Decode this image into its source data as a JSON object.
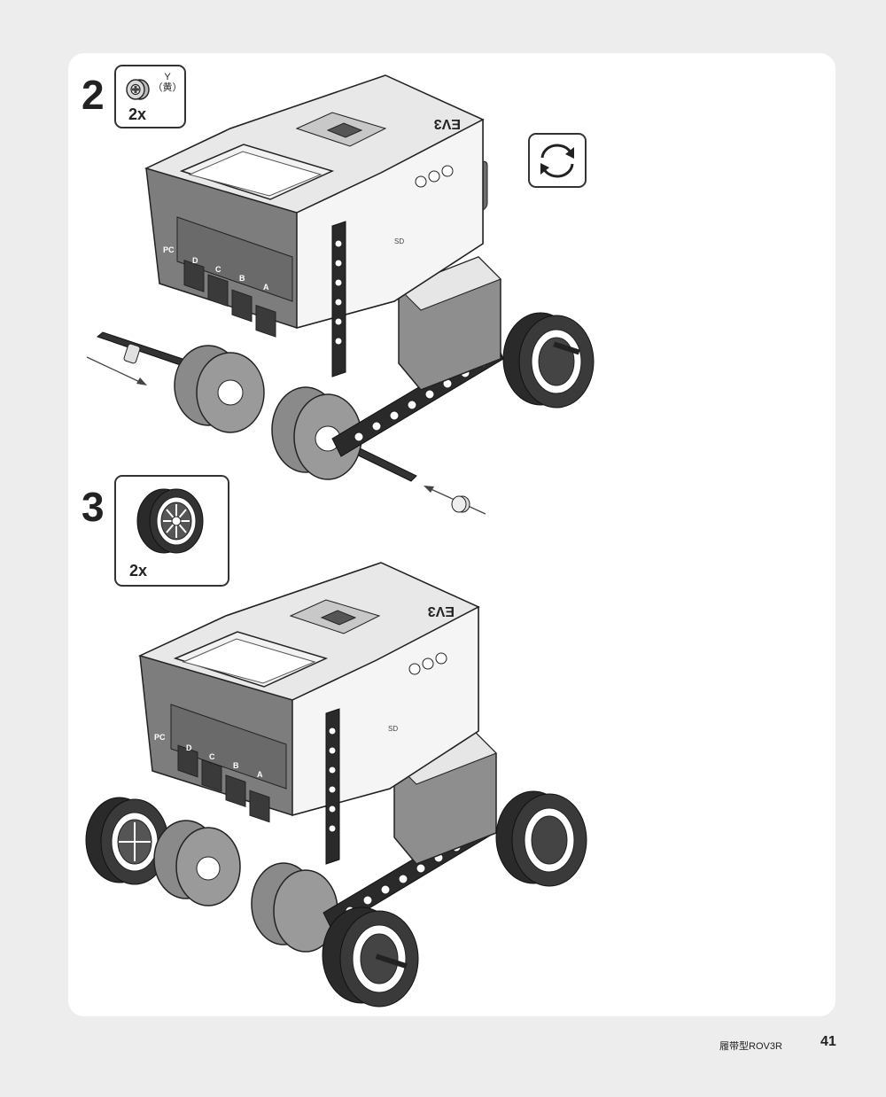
{
  "steps": [
    {
      "number": "2",
      "parts": {
        "quantity": "2x",
        "color_code": "Y",
        "color_name": "（黄）",
        "part_icon": "bush-icon"
      },
      "brick_logo": "EV3",
      "port_labels": [
        "PC",
        "D",
        "C",
        "B",
        "A"
      ],
      "sd_label": "SD",
      "rotate_icon": "rotate-model-icon"
    },
    {
      "number": "3",
      "parts": {
        "quantity": "2x",
        "part_icon": "wheel-icon"
      },
      "brick_logo": "EV3",
      "port_labels": [
        "PC",
        "D",
        "C",
        "B",
        "A"
      ],
      "sd_label": "SD"
    }
  ],
  "footer": {
    "book_title": "履带型ROV3R",
    "page_number": "41"
  },
  "colors": {
    "page_bg": "#ededed",
    "card_bg": "#ffffff",
    "ink": "#222222",
    "part_dark": "#2a2a2a",
    "part_mid": "#8a8a8a",
    "part_light": "#d4d4d4"
  }
}
